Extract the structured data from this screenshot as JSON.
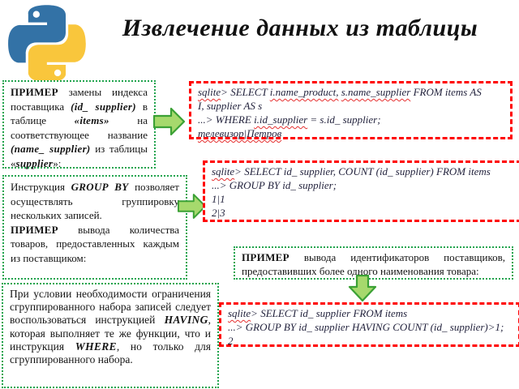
{
  "slide": {
    "title": "Извлечение данных из таблицы"
  },
  "colors": {
    "green_border": "#21a44e",
    "red_border": "#ff0000",
    "arrow_fill": "#a6d96d",
    "arrow_stroke": "#3ba135",
    "logo_blue": "#3372A6",
    "logo_yellow": "#F9C63C",
    "code_text": "#24243e"
  },
  "boxes": {
    "box1": {
      "segs": [
        "ПРИМЕР",
        " замены индекса поставщика ",
        "(id_ supplier)",
        " в таблице ",
        "«items»",
        " на соответствующее название ",
        "(name_ supplier)",
        " из таблицы «",
        "supplier",
        "»:"
      ]
    },
    "box2": {
      "p1": [
        "Инструкция ",
        "GROUP BY",
        " позволяет осуществлять группировку нескольких записей."
      ],
      "p2": [
        "ПРИМЕР",
        " вывода количества товаров, предоставленных каждым из поставщиком:"
      ]
    },
    "box3": {
      "segs": [
        "ПРИМЕР",
        " вывода идентификаторов поставщиков, предоставивших более одного наименования товара:"
      ]
    },
    "box4": {
      "segs": [
        "При условии необходимости ограничения сгруппированного набора записей следует воспользоваться инструкцией ",
        "HAVING",
        ", которая выполняет те же функции, что и инструкция ",
        "WHERE",
        ", но только для сгруппированного набора."
      ]
    }
  },
  "code1": {
    "l1": [
      "sqlite",
      "> SELECT ",
      "i.name_product,",
      " ",
      "s.name_supplier",
      " FROM items AS"
    ],
    "l2": "I, supplier AS s",
    "l3": [
      "...> WHERE ",
      "i.id_supplier",
      " = s.id_ supplier;"
    ],
    "l4": "телевизор|Петров"
  },
  "code2": {
    "l1": [
      "sqlite",
      "> SELECT id_ supplier, COUNT (id_ supplier) FROM items"
    ],
    "l2": "...> GROUP BY id_ supplier;",
    "l3": "1|1",
    "l4": "2|3"
  },
  "code3": {
    "l1": [
      "sqlite",
      "> SELECT id_ supplier FROM items"
    ],
    "l2": "...> GROUP BY id_ supplier HAVING COUNT (id_ supplier)>1;",
    "l3": "2"
  }
}
